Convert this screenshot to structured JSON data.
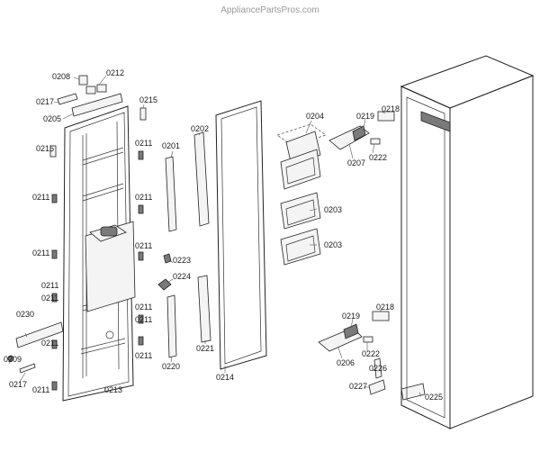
{
  "watermark": "AppliancePartsPros.com",
  "labels": {
    "p0208": "0208",
    "p0212": "0212",
    "p0217a": "0217",
    "p0205": "0205",
    "p0215a": "0215",
    "p0215b": "0215",
    "p0211a": "0211",
    "p0211b": "0211",
    "p0211c": "0211",
    "p0211d": "0211",
    "p0211e": "0211",
    "p0211f": "0211",
    "p0211g": "0211",
    "p0211h": "0211",
    "p0211i": "0211",
    "p0211j": "0211",
    "p0211k": "0211",
    "p0211l": "0211",
    "p0230": "0230",
    "p0209": "0209",
    "p0217b": "0217",
    "p0213": "0213",
    "p0201": "0201",
    "p0202": "0202",
    "p0223": "0223",
    "p0224": "0224",
    "p0220": "0220",
    "p0221": "0221",
    "p0214": "0214",
    "p0204": "0204",
    "p0203a": "0203",
    "p0203b": "0203",
    "p0219a": "0219",
    "p0218a": "0218",
    "p0207": "0207",
    "p0222a": "0222",
    "p0219b": "0219",
    "p0218b": "0218",
    "p0206": "0206",
    "p0222b": "0222",
    "p0226": "0226",
    "p0227": "0227",
    "p0225": "0225"
  }
}
